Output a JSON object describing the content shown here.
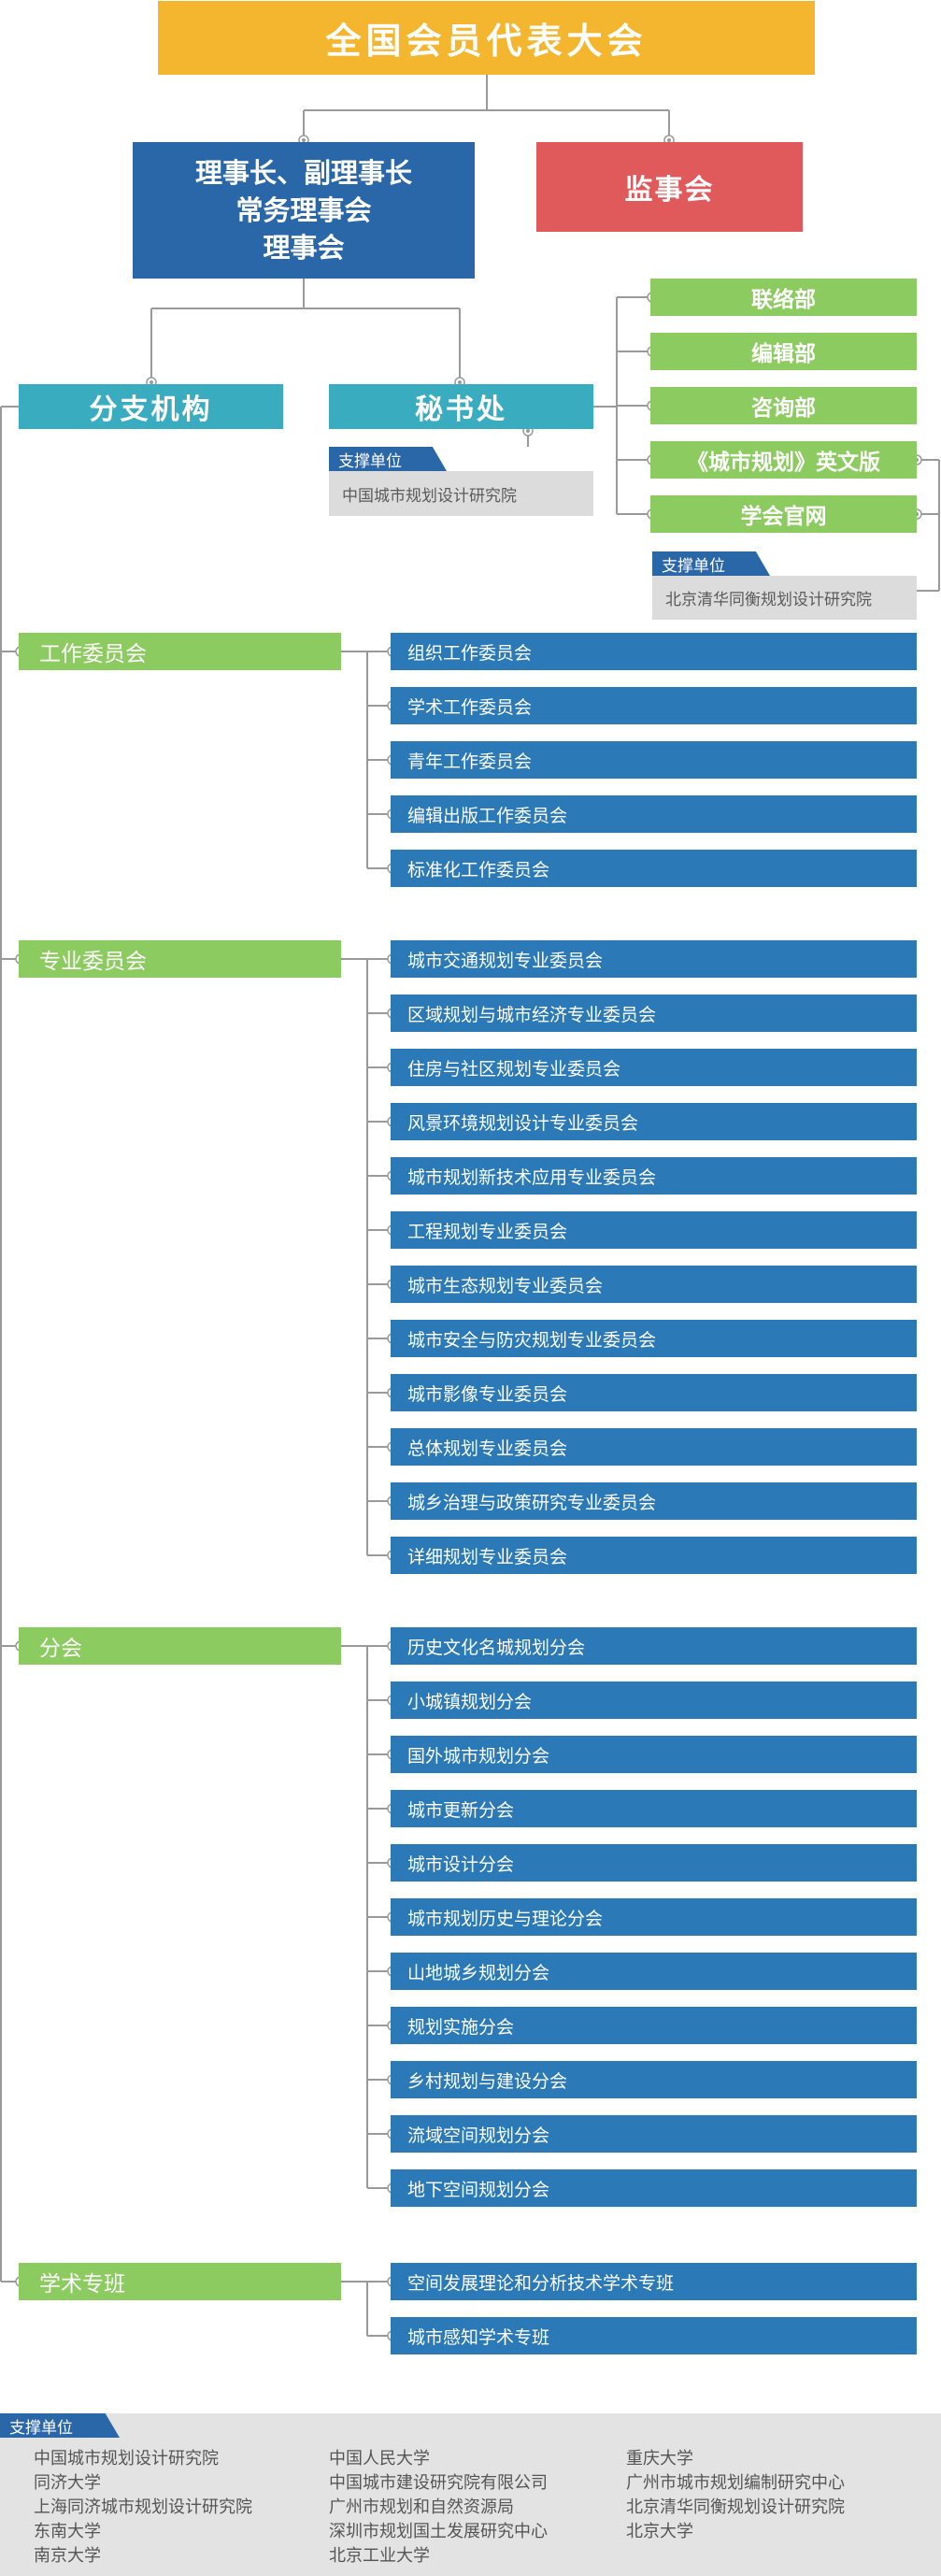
{
  "top": {
    "label": "全国会员代表大会"
  },
  "council": {
    "line1": "理事长、副理事长",
    "line2": "常务理事会",
    "line3": "理事会"
  },
  "supervisor": {
    "label": "监事会"
  },
  "branch": {
    "label": "分支机构"
  },
  "secretariat": {
    "label": "秘书处",
    "support_tag": "支撑单位",
    "support_unit": "中国城市规划设计研究院",
    "departments": [
      "联络部",
      "编辑部",
      "咨询部",
      "《城市规划》英文版",
      "学会官网"
    ],
    "dept_support_tag": "支撑单位",
    "dept_support_unit": "北京清华同衡规划设计研究院"
  },
  "groups": [
    {
      "label": "工作委员会",
      "items": [
        "组织工作委员会",
        "学术工作委员会",
        "青年工作委员会",
        "编辑出版工作委员会",
        "标准化工作委员会"
      ]
    },
    {
      "label": "专业委员会",
      "items": [
        "城市交通规划专业委员会",
        "区域规划与城市经济专业委员会",
        "住房与社区规划专业委员会",
        "风景环境规划设计专业委员会",
        "城市规划新技术应用专业委员会",
        "工程规划专业委员会",
        "城市生态规划专业委员会",
        "城市安全与防灾规划专业委员会",
        "城市影像专业委员会",
        "总体规划专业委员会",
        "城乡治理与政策研究专业委员会",
        "详细规划专业委员会"
      ]
    },
    {
      "label": "分会",
      "items": [
        "历史文化名城规划分会",
        "小城镇规划分会",
        "国外城市规划分会",
        "城市更新分会",
        "城市设计分会",
        "城市规划历史与理论分会",
        "山地城乡规划分会",
        "规划实施分会",
        "乡村规划与建设分会",
        "流域空间规划分会",
        "地下空间规划分会"
      ]
    },
    {
      "label": "学术专班",
      "items": [
        "空间发展理论和分析技术学术专班",
        "城市感知学术专班"
      ]
    }
  ],
  "bottom_support": {
    "tag": "支撑单位",
    "columns": [
      [
        "中国城市规划设计研究院",
        "同济大学",
        "上海同济城市规划设计研究院",
        "东南大学",
        "南京大学"
      ],
      [
        "中国人民大学",
        "中国城市建设研究院有限公司",
        "广州市规划和自然资源局",
        "深圳市规划国土发展研究中心",
        "北京工业大学"
      ],
      [
        "重庆大学",
        "广州市城市规划编制研究中心",
        "北京清华同衡规划设计研究院",
        "北京大学"
      ]
    ]
  },
  "colors": {
    "top": "#f4b62e",
    "council": "#2a67a8",
    "supervisor": "#e05a5b",
    "teal": "#3aacc0",
    "green": "#8ccb5f",
    "item_blue": "#2b7ab7",
    "support_gray": "#dcdcdc",
    "line": "#9a9a9a"
  }
}
